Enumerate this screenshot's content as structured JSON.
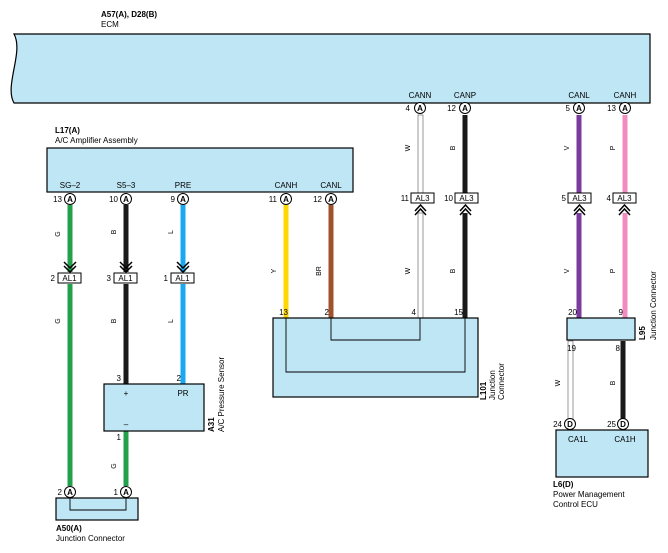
{
  "ecm": {
    "ref": "A57(A), D28(B)",
    "name": "ECM"
  },
  "ecm_pins": [
    {
      "pin": "4",
      "conn": "A",
      "label": "CANN"
    },
    {
      "pin": "12",
      "conn": "A",
      "label": "CANP"
    },
    {
      "pin": "5",
      "conn": "A",
      "label": "CANL"
    },
    {
      "pin": "13",
      "conn": "A",
      "label": "CANH"
    }
  ],
  "ac_amp": {
    "ref": "L17(A)",
    "name": "A/C Amplifier Assembly"
  },
  "ac_amp_pins": [
    {
      "pin": "13",
      "conn": "A",
      "label": "SG–2"
    },
    {
      "pin": "10",
      "conn": "A",
      "label": "S5–3"
    },
    {
      "pin": "9",
      "conn": "A",
      "label": "PRE"
    },
    {
      "pin": "11",
      "conn": "A",
      "label": "CANH"
    },
    {
      "pin": "12",
      "conn": "A",
      "label": "CANL"
    }
  ],
  "al3_connectors": [
    {
      "pin": "11",
      "code": "AL3"
    },
    {
      "pin": "10",
      "code": "AL3"
    },
    {
      "pin": "5",
      "code": "AL3"
    },
    {
      "pin": "4",
      "code": "AL3"
    }
  ],
  "al1_connectors": [
    {
      "pin": "2",
      "code": "AL1"
    },
    {
      "pin": "3",
      "code": "AL1"
    },
    {
      "pin": "1",
      "code": "AL1"
    }
  ],
  "wire_colors": {
    "green": "#22a04b",
    "black": "#1a1a1a",
    "blue": "#1aa8f0",
    "yellow": "#ffd700",
    "brown": "#a0522d",
    "violet": "#7b3a9e",
    "pink": "#f28cc0",
    "white": "#ffffff",
    "box_fill": "#bfe6f5"
  },
  "wire_codes": {
    "g": "G",
    "b": "B",
    "l": "L",
    "y": "Y",
    "br": "BR",
    "w": "W",
    "v": "V",
    "p": "P"
  },
  "l101": {
    "ref": "L101",
    "name": "Junction\nConnector",
    "pins": [
      "13",
      "2",
      "4",
      "15"
    ]
  },
  "l95": {
    "ref": "L95",
    "name": "Junction Connector",
    "pins_top": [
      "20",
      "9"
    ],
    "pins_bot": [
      "19",
      "8"
    ]
  },
  "a31": {
    "ref": "A31",
    "name": "A/C Pressure Sensor",
    "plus": "+",
    "pr": "PR",
    "minus": "–",
    "pins_top": [
      "3",
      "2"
    ],
    "pin_bot": "1"
  },
  "a50": {
    "ref": "A50(A)",
    "name": "Junction Connector",
    "pins": [
      {
        "pin": "2",
        "conn": "A"
      },
      {
        "pin": "1",
        "conn": "A"
      }
    ]
  },
  "l6": {
    "ref": "L6(D)",
    "name_line1": "Power Management",
    "name_line2": "Control ECU",
    "pins": [
      {
        "pin": "24",
        "conn": "D",
        "label": "CA1L"
      },
      {
        "pin": "25",
        "conn": "D",
        "label": "CA1H"
      }
    ]
  }
}
